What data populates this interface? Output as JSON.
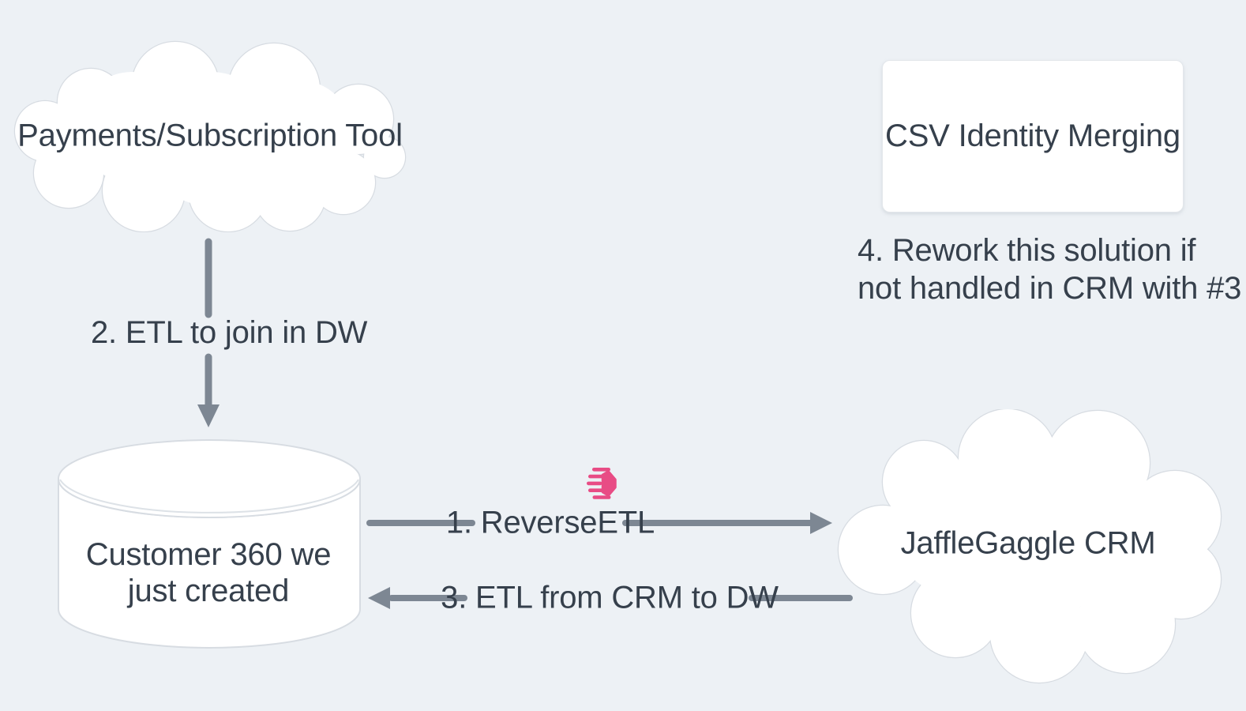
{
  "diagram": {
    "colors": {
      "background": "#edf1f5",
      "node_fill": "#ffffff",
      "node_border": "#d7dce2",
      "arrow": "#7d8793",
      "text": "#36404c",
      "brand_pink": "#e84c85"
    },
    "nodes": {
      "payments": {
        "label": "Payments/Subscription Tool"
      },
      "csv_merging": {
        "label": "CSV Identity Merging"
      },
      "customer360": {
        "line1": "Customer 360 we",
        "line2": "just created"
      },
      "crm": {
        "label": "JaffleGaggle CRM"
      }
    },
    "edges": {
      "step1": {
        "label": "1. ReverseETL"
      },
      "step2": {
        "label": "2. ETL to join in DW"
      },
      "step3": {
        "label": "3. ETL from CRM to DW"
      }
    },
    "notes": {
      "step4": {
        "line1": "4. Rework this solution if",
        "line2": "not handled in CRM with #3"
      }
    },
    "icons": {
      "hightouch": "hightouch-logo-icon"
    }
  }
}
